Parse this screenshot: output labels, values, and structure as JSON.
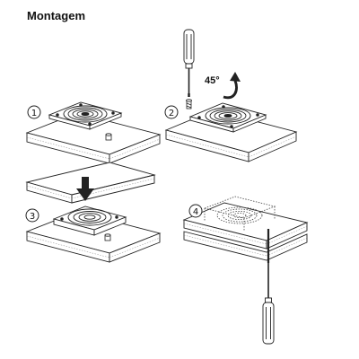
{
  "title": "Montagem",
  "steps": [
    {
      "number": "1"
    },
    {
      "number": "2",
      "angle_label": "45°"
    },
    {
      "number": "3"
    },
    {
      "number": "4"
    }
  ],
  "colors": {
    "ink": "#222222",
    "paper": "#ffffff",
    "hatch": "#888888"
  }
}
